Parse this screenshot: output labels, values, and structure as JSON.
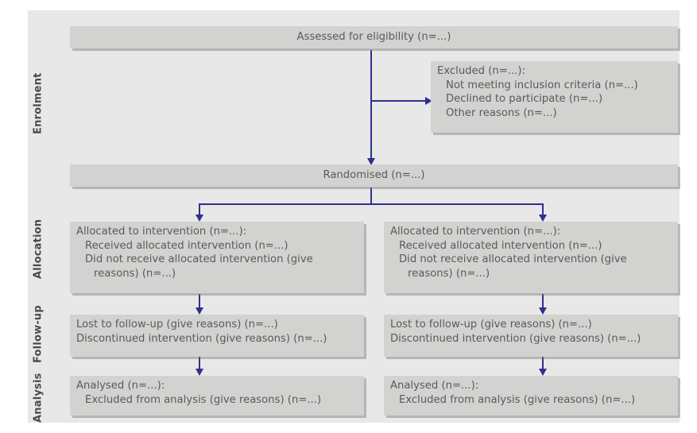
{
  "figure": {
    "kind": "consort-flow-diagram",
    "panel_background": "#e8e8e8",
    "box_background": "#d2d2d0",
    "text_color": "#5a5a5a",
    "label_color": "#4a4a4a",
    "connector_color": "#2f2f8f"
  },
  "stages": [
    {
      "id": "enrolment",
      "label": "Enrolment"
    },
    {
      "id": "allocation",
      "label": "Allocation"
    },
    {
      "id": "followup",
      "label": "Follow-up"
    },
    {
      "id": "analysis",
      "label": "Analysis"
    }
  ],
  "boxes": {
    "assessed": {
      "lines": [
        {
          "text": "Assessed for eligibility (n=...)",
          "indent": 0
        }
      ]
    },
    "excluded": {
      "lines": [
        {
          "text": "Excluded (n=...):",
          "indent": 0
        },
        {
          "text": "Not meeting inclusion criteria (n=...)",
          "indent": 1
        },
        {
          "text": "Declined to participate (n=...)",
          "indent": 1
        },
        {
          "text": "Other reasons (n=...)",
          "indent": 1
        }
      ]
    },
    "randomised": {
      "lines": [
        {
          "text": "Randomised (n=...)",
          "indent": 0
        }
      ]
    },
    "allocated_left": {
      "lines": [
        {
          "text": "Allocated to intervention (n=...):",
          "indent": 0
        },
        {
          "text": "Received allocated intervention (n=...)",
          "indent": 1
        },
        {
          "text": "Did not receive allocated intervention (give",
          "indent": 1
        },
        {
          "text": "reasons) (n=...)",
          "indent": 2
        }
      ]
    },
    "allocated_right": {
      "lines": [
        {
          "text": "Allocated to intervention (n=...):",
          "indent": 0
        },
        {
          "text": "Received allocated intervention (n=...)",
          "indent": 1
        },
        {
          "text": "Did not receive allocated intervention (give",
          "indent": 1
        },
        {
          "text": "reasons) (n=...)",
          "indent": 2
        }
      ]
    },
    "followup_left": {
      "lines": [
        {
          "text": "Lost to follow-up (give reasons) (n=...)",
          "indent": 0
        },
        {
          "text": "Discontinued intervention (give reasons) (n=...)",
          "indent": 0
        }
      ]
    },
    "followup_right": {
      "lines": [
        {
          "text": "Lost to follow-up (give reasons) (n=...)",
          "indent": 0
        },
        {
          "text": "Discontinued intervention (give reasons) (n=...)",
          "indent": 0
        }
      ]
    },
    "analysed_left": {
      "lines": [
        {
          "text": "Analysed (n=...):",
          "indent": 0
        },
        {
          "text": "Excluded from analysis (give reasons) (n=...)",
          "indent": 1
        }
      ]
    },
    "analysed_right": {
      "lines": [
        {
          "text": "Analysed (n=...):",
          "indent": 0
        },
        {
          "text": "Excluded from analysis (give reasons) (n=...)",
          "indent": 1
        }
      ]
    }
  }
}
